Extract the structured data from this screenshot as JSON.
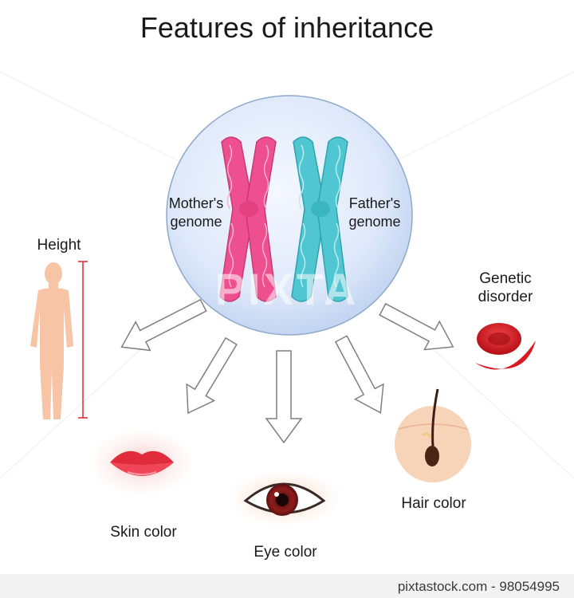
{
  "title": "Features of inheritance",
  "labels": {
    "mothers_genome": "Mother's\ngenome",
    "fathers_genome": "Father's\ngenome",
    "height": "Height",
    "genetic_disorder": "Genetic\ndisorder",
    "skin_color": "Skin color",
    "eye_color": "Eye color",
    "hair_color": "Hair color"
  },
  "watermark": "PIXTA",
  "footer": "pixtastock.com - 98054995",
  "colors": {
    "mother_chromosome": "#ee4f8f",
    "father_chromosome": "#4fc6d1",
    "cell": "#d7e4f8",
    "skin": "#f7c4a6",
    "blood_cell": "#d91920",
    "height_marker": "#e0232b"
  }
}
